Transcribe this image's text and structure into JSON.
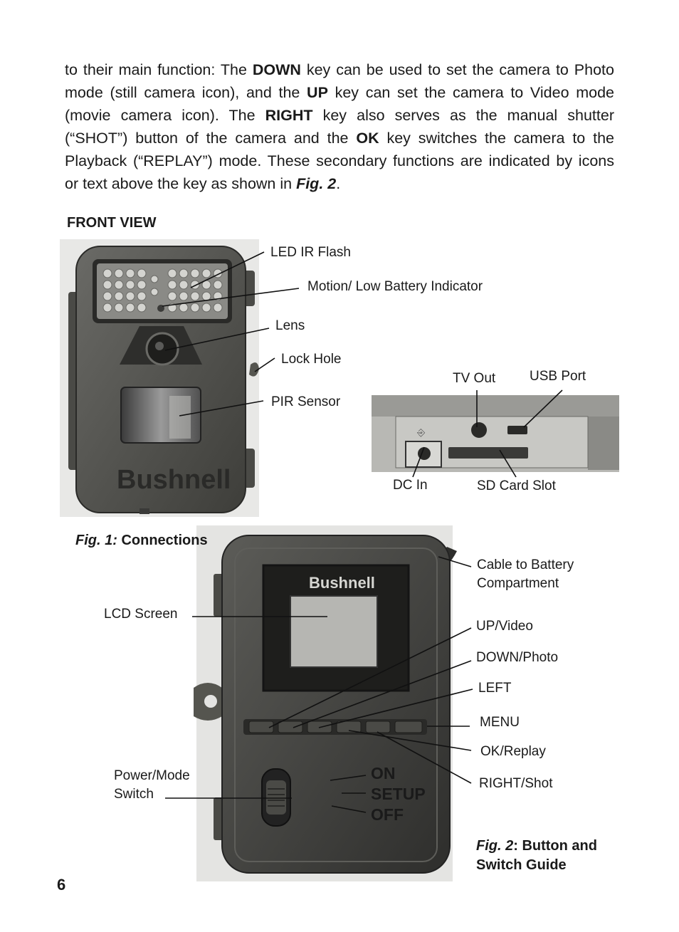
{
  "paragraph": {
    "t1": "to their main function: The ",
    "k1": "DOWN",
    "t2": " key can be used to set the camera to Photo mode (still camera icon), and the ",
    "k2": "UP",
    "t3": " key can set the camera to Video mode (movie camera icon). The ",
    "k3": "RIGHT",
    "t4": " key also serves as the manual shutter (“SHOT”) button of the camera and the ",
    "k4": "OK",
    "t5": " key switches the camera to the Playback (“REPLAY”) mode. These secondary functions are indicated by icons or text above the key as shown in ",
    "figref": "Fig. 2",
    "t6": "."
  },
  "front_view": {
    "heading": "FRONT VIEW",
    "brand": "Bushnell",
    "labels": {
      "led": "LED IR Flash",
      "motion": "Motion/ Low Battery Indicator",
      "lens": "Lens",
      "lock": "Lock Hole",
      "pir": "PIR Sensor",
      "tv": "TV Out",
      "usb": "USB Port",
      "dc": "DC In",
      "sd": "SD Card Slot"
    },
    "caption_fig": "Fig. 1:",
    "caption_text": " Connections"
  },
  "inside_view": {
    "brand": "Bushnell",
    "labels": {
      "cable_1": "Cable to Battery",
      "cable_2": "Compartment",
      "lcd": "LCD Screen",
      "up": "UP/Video",
      "down": "DOWN/Photo",
      "left": "LEFT",
      "menu": "MENU",
      "ok": "OK/Replay",
      "right": "RIGHT/Shot",
      "power_1": "Power/Mode",
      "power_2": "Switch"
    },
    "switch": {
      "on": "ON",
      "setup": "SETUP",
      "off": "OFF"
    },
    "caption_fig": "Fig. 2",
    "caption_text_1": ": Button and",
    "caption_text_2": "Switch Guide"
  },
  "page_number": "6"
}
